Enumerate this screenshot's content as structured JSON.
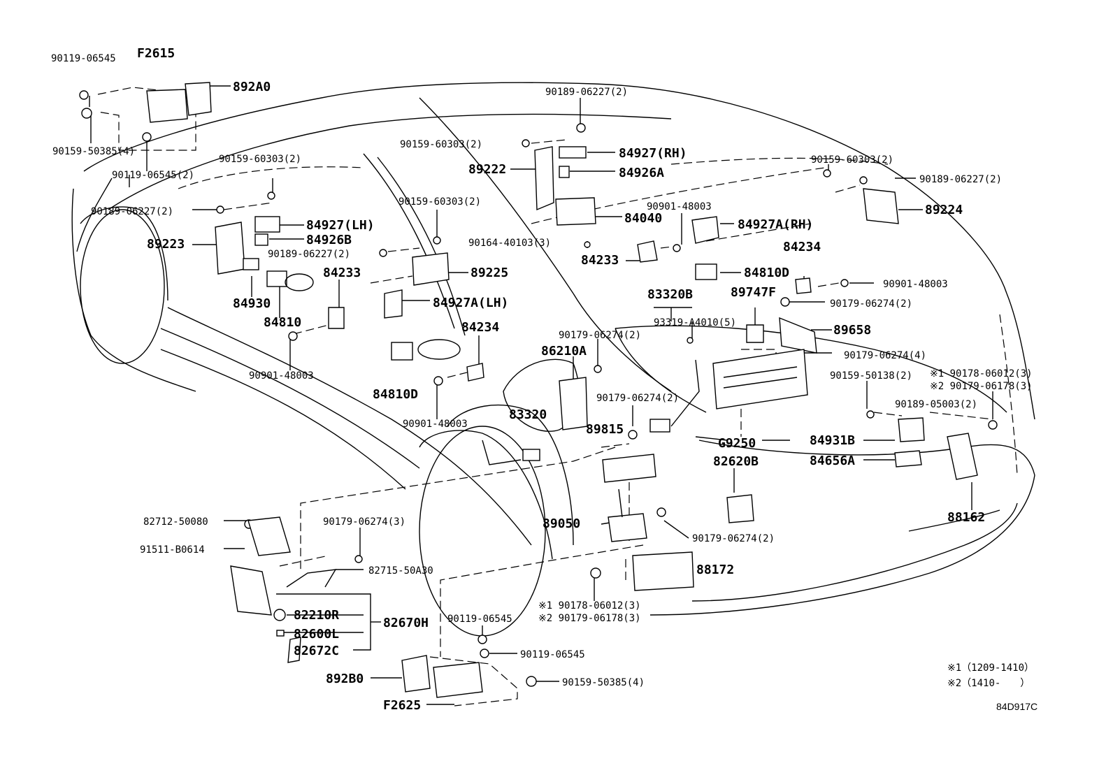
{
  "diagram_id": "84D917C",
  "notes": {
    "note1": "※1（1209-1410）",
    "note2": "※2（1410-　　）"
  },
  "labels": {
    "p90119_06545_a": "90119-06545",
    "pF2615": "F2615",
    "p892A0": "892A0",
    "p90159_50385_4_a": "90159-50385(4)",
    "p90119_06545_2": "90119-06545(2)",
    "p90159_60303_2_a": "90159-60303(2)",
    "p90189_06227_2_a": "90189-06227(2)",
    "p84927_LH": "84927(LH)",
    "p84926B": "84926B",
    "p89223": "89223",
    "p84930": "84930",
    "p84810": "84810",
    "p84233_a": "84233",
    "p90901_48003_a": "90901-48003",
    "p90159_60303_2_b": "90159-60303(2)",
    "p90189_06227_2_b": "90189-06227(2)",
    "p89225": "89225",
    "p84927A_LH": "84927A(LH)",
    "p84234_a": "84234",
    "p84810D_a": "84810D",
    "p90901_48003_b": "90901-48003",
    "p90189_06227_2_c": "90189-06227(2)",
    "p90159_60303_2_c": "90159-60303(2)",
    "p84927_RH": "84927(RH)",
    "p89222": "89222",
    "p84926A": "84926A",
    "p84040": "84040",
    "p90164_40103_3": "90164-40103(3)",
    "p84233_b": "84233",
    "p90901_48003_c": "90901-48003",
    "p90159_60303_2_d": "90159-60303(2)",
    "p90189_06227_2_d": "90189-06227(2)",
    "p89224": "89224",
    "p84927A_RH": "84927A(RH)",
    "p84234_b": "84234",
    "p84810D_b": "84810D",
    "p90901_48003_d": "90901-48003",
    "p83320B": "83320B",
    "p89747F": "89747F",
    "p90179_06274_2_a": "90179-06274(2)",
    "p93319_A4010_5": "93319-A4010(5)",
    "p89658": "89658",
    "p90179_06274_2_b": "90179-06274(2)",
    "p86210A": "86210A",
    "p90179_06274_4": "90179-06274(4)",
    "p90159_50138_2": "90159-50138(2)",
    "p90178_06012_3_a": "※1 90178-06012(3)",
    "p90179_06178_3_a": "※2 90179-06178(3)",
    "p90179_06274_2_c": "90179-06274(2)",
    "p90189_05003_2": "90189-05003(2)",
    "p83320": "83320",
    "p89815": "89815",
    "pG9250": "G9250",
    "p84931B": "84931B",
    "p82620B": "82620B",
    "p84656A": "84656A",
    "p88162": "88162",
    "p82712_50080": "82712-50080",
    "p90179_06274_3": "90179-06274(3)",
    "p91511_B0614": "91511-B0614",
    "p89050": "89050",
    "p90179_06274_2_d": "90179-06274(2)",
    "p82715_50A30": "82715-50A30",
    "p88172": "88172",
    "p82210R": "82210R",
    "p82670H": "82670H",
    "p90178_06012_3_b": "※1 90178-06012(3)",
    "p90179_06178_3_b": "※2 90179-06178(3)",
    "p82600L": "82600L",
    "p90119_06545_b": "90119-06545",
    "p82672C": "82672C",
    "p90119_06545_c": "90119-06545",
    "p892B0": "892B0",
    "p90159_50385_4_b": "90159-50385(4)",
    "pF2625": "F2625"
  }
}
